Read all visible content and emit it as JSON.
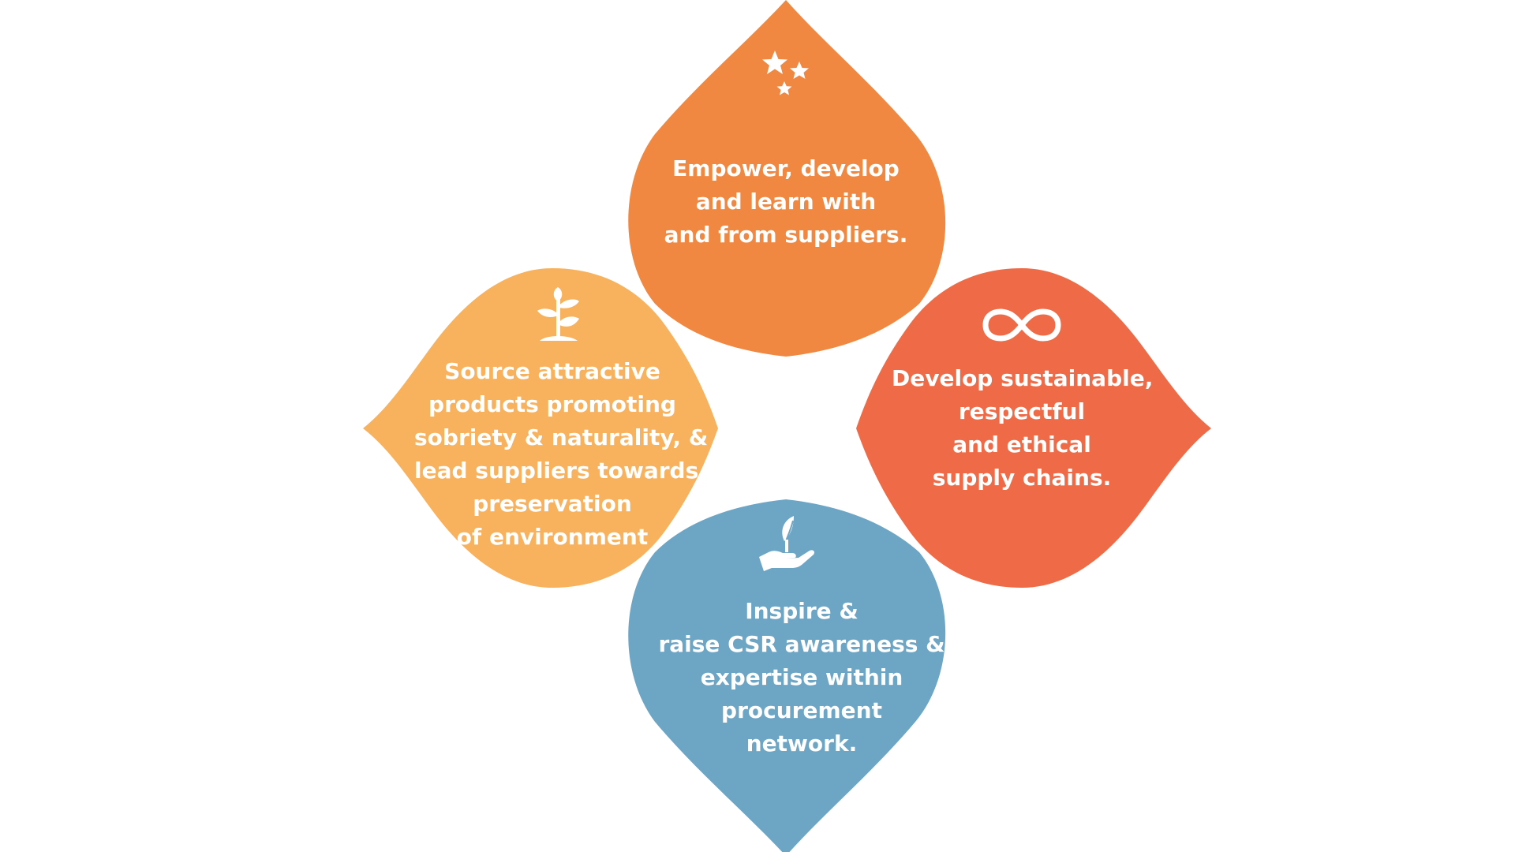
{
  "petals": {
    "top": {
      "color": "#F08842",
      "icon": "stars-icon",
      "lines": [
        "Empower, develop",
        "and learn with",
        "and from suppliers."
      ]
    },
    "right": {
      "color": "#EF6A46",
      "icon": "infinity-icon",
      "lines": [
        "Develop sustainable,",
        "respectful",
        "and ethical",
        "supply chains."
      ]
    },
    "bottom": {
      "color": "#6DA5C5",
      "icon": "hand-plant-icon",
      "lines": [
        "Inspire &",
        "raise CSR awareness &",
        "expertise within",
        "procurement",
        "network."
      ]
    },
    "left": {
      "color": "#F8B15C",
      "icon": "sprout-icon",
      "lines": [
        "Source attractive",
        "products promoting",
        "sobriety & naturality, &",
        "lead suppliers towards",
        "preservation",
        "of environment"
      ]
    }
  }
}
